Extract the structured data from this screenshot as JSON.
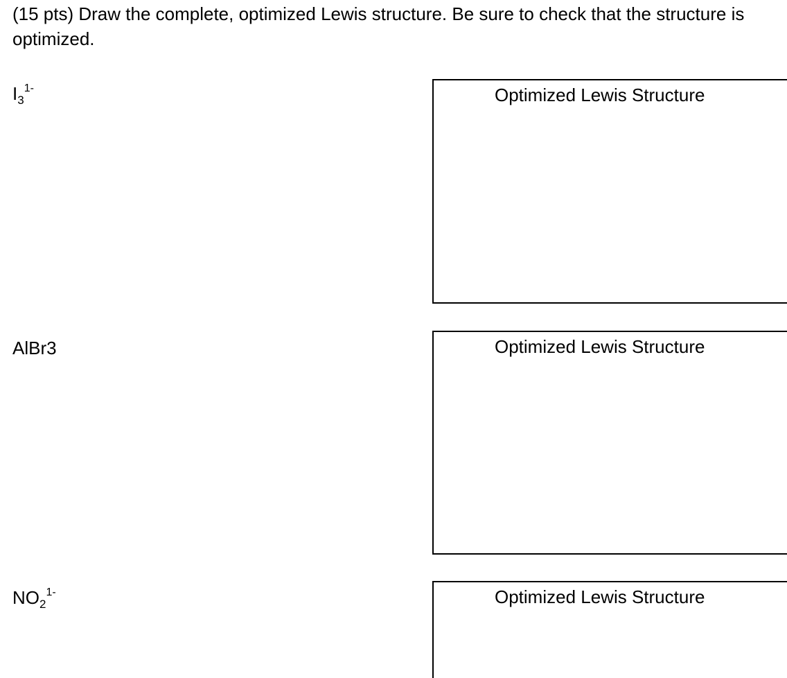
{
  "question": {
    "instructions": "(15 pts) Draw the complete, optimized Lewis structure. Be sure to check that the structure is optimized."
  },
  "items": [
    {
      "formula": {
        "base": "I",
        "sub": "3",
        "sup": "1-"
      },
      "box_label": "Optimized Lewis Structure"
    },
    {
      "formula": {
        "base": "AlBr",
        "num": "3"
      },
      "box_label": "Optimized Lewis Structure"
    },
    {
      "formula": {
        "base": "NO",
        "sub": "2",
        "sup": "1-"
      },
      "box_label": "Optimized Lewis Structure"
    }
  ]
}
